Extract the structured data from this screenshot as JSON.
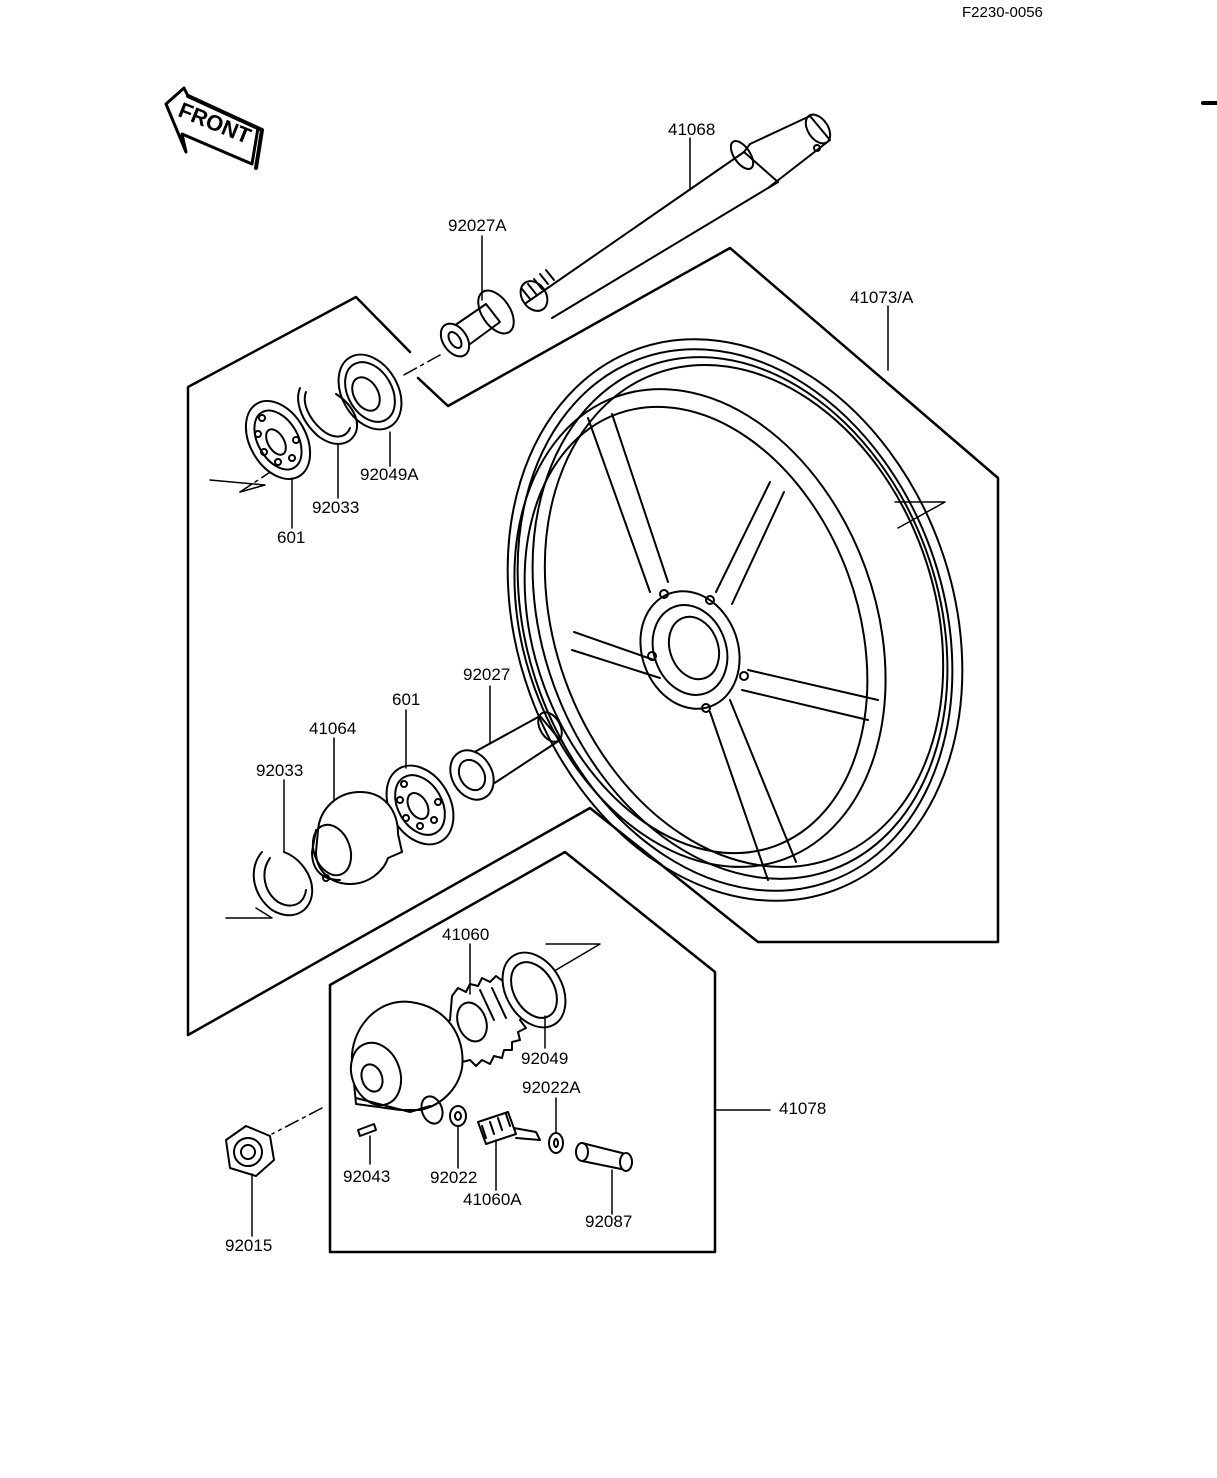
{
  "drawing_code": "F2230-0056",
  "front_arrow": {
    "text": "FRONT",
    "icon": "front-arrow-icon"
  },
  "labels": {
    "p41068": "41068",
    "p92027A": "92027A",
    "p41073A": "41073/A",
    "p92049A": "92049A",
    "p92033_top": "92033",
    "p601_top": "601",
    "p92027": "92027",
    "p601_mid": "601",
    "p41064": "41064",
    "p92033_mid": "92033",
    "p41060": "41060",
    "p92049": "92049",
    "p92022A": "92022A",
    "p41078": "41078",
    "p92043": "92043",
    "p92022": "92022",
    "p41060A": "41060A",
    "p92087": "92087",
    "p92015": "92015"
  }
}
